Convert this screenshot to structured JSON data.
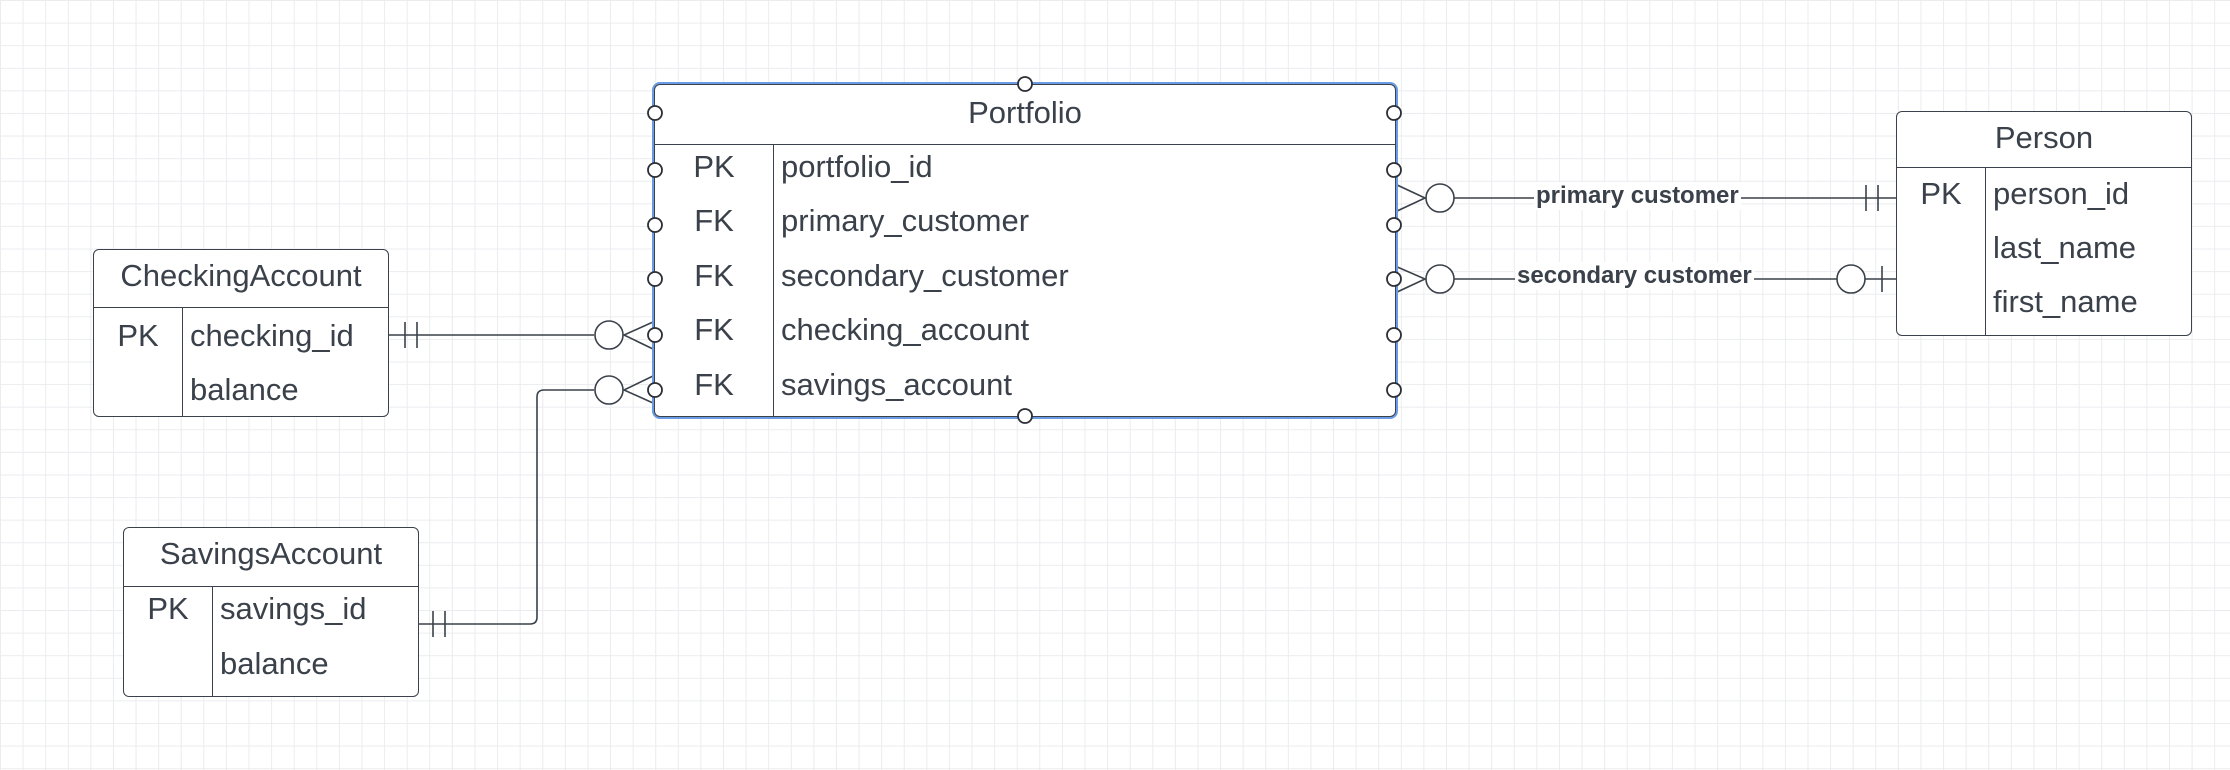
{
  "entities": {
    "portfolio": {
      "title": "Portfolio",
      "rows": [
        {
          "key": "PK",
          "field": "portfolio_id"
        },
        {
          "key": "FK",
          "field": "primary_customer"
        },
        {
          "key": "FK",
          "field": "secondary_customer"
        },
        {
          "key": "FK",
          "field": "checking_account"
        },
        {
          "key": "FK",
          "field": "savings_account"
        }
      ]
    },
    "person": {
      "title": "Person",
      "rows": [
        {
          "key": "PK",
          "field": "person_id"
        },
        {
          "key": "",
          "field": "last_name"
        },
        {
          "key": "",
          "field": "first_name"
        }
      ]
    },
    "checking": {
      "title": "CheckingAccount",
      "rows": [
        {
          "key": "PK",
          "field": "checking_id"
        },
        {
          "key": "",
          "field": "balance"
        }
      ]
    },
    "savings": {
      "title": "SavingsAccount",
      "rows": [
        {
          "key": "PK",
          "field": "savings_id"
        },
        {
          "key": "",
          "field": "balance"
        }
      ]
    }
  },
  "relationships": {
    "primary": "primary customer",
    "secondary": "secondary customer"
  },
  "colors": {
    "line": "#3a414a",
    "selection": "#6a9be5",
    "grid": "#ebecef"
  }
}
